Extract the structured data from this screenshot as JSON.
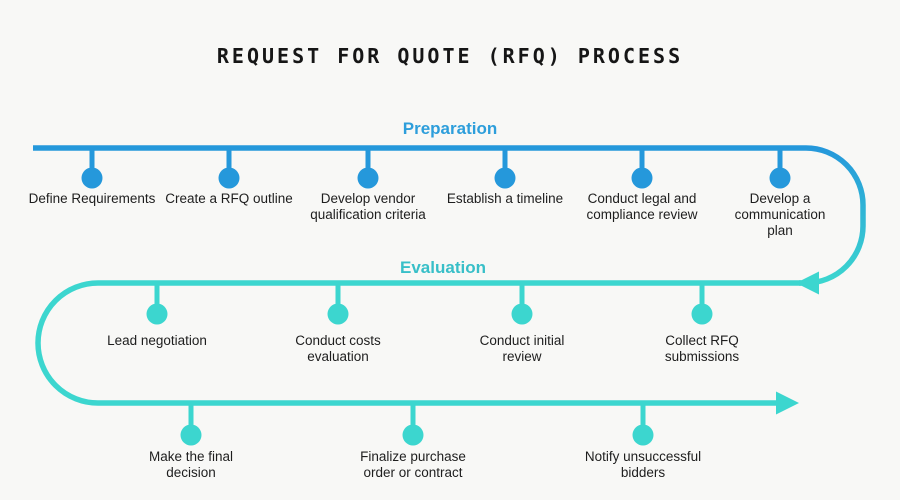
{
  "title": "REQUEST FOR QUOTE (RFQ) PROCESS",
  "colors": {
    "background": "#f8f8f6",
    "primary_blue": "#2598db",
    "primary_teal": "#3cd6cf",
    "preparation_label_color": "#2d9edb",
    "evaluation_label_color": "#38bfc8",
    "text": "#1e1e1e"
  },
  "phases": [
    {
      "label": "Preparation",
      "steps": [
        {
          "lines": [
            "Define Requirements"
          ]
        },
        {
          "lines": [
            "Create a RFQ outline"
          ]
        },
        {
          "lines": [
            "Develop vendor",
            "qualification criteria"
          ]
        },
        {
          "lines": [
            "Establish a timeline"
          ]
        },
        {
          "lines": [
            "Conduct legal and",
            "compliance review"
          ]
        },
        {
          "lines": [
            "Develop a",
            "communication plan"
          ]
        }
      ]
    },
    {
      "label": "Evaluation",
      "steps": [
        {
          "lines": [
            "Lead negotiation"
          ]
        },
        {
          "lines": [
            "Conduct costs",
            "evaluation"
          ]
        },
        {
          "lines": [
            "Conduct initial",
            "review"
          ]
        },
        {
          "lines": [
            "Collect RFQ",
            "submissions"
          ]
        }
      ]
    },
    {
      "label": "",
      "steps": [
        {
          "lines": [
            "Make the final",
            "decision"
          ]
        },
        {
          "lines": [
            "Finalize purchase",
            "order or contract"
          ]
        },
        {
          "lines": [
            "Notify unsuccessful",
            "bidders"
          ]
        }
      ]
    }
  ]
}
